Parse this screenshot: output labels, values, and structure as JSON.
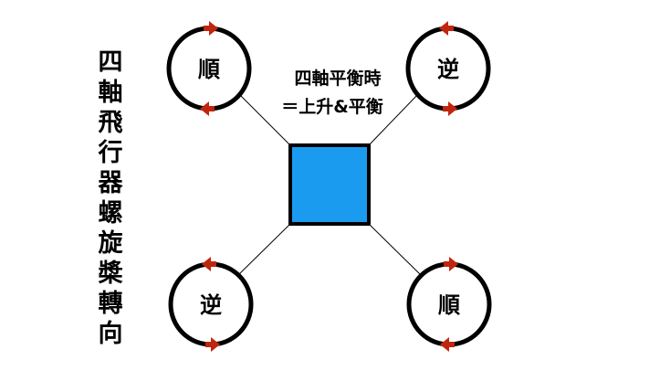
{
  "title": "四軸飛行器螺旋槳轉向",
  "center_caption": {
    "line1": "四軸平衡時",
    "line2": "＝上升&平衡"
  },
  "rotors": [
    {
      "position": "top-left",
      "label": "順",
      "direction": "clockwise"
    },
    {
      "position": "top-right",
      "label": "逆",
      "direction": "counterclockwise"
    },
    {
      "position": "bottom-left",
      "label": "逆",
      "direction": "counterclockwise"
    },
    {
      "position": "bottom-right",
      "label": "順",
      "direction": "clockwise"
    }
  ],
  "colors": {
    "body": "#1a9bf0",
    "arrow": "#c0260f",
    "ring": "#000000"
  }
}
